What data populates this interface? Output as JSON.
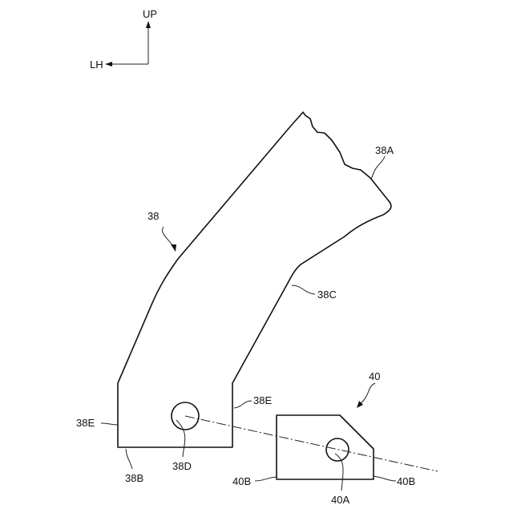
{
  "orientation": {
    "up_label": "UP",
    "left_label": "LH"
  },
  "part_38": {
    "label": "38",
    "labels": {
      "upper_edge": "38A",
      "bottom": "38B",
      "inner_edge": "38C",
      "hole": "38D",
      "right_side": "38E",
      "left_side": "38E"
    }
  },
  "part_40": {
    "label": "40",
    "labels": {
      "hole": "40A",
      "left_bottom": "40B",
      "right_bottom": "40B"
    }
  }
}
